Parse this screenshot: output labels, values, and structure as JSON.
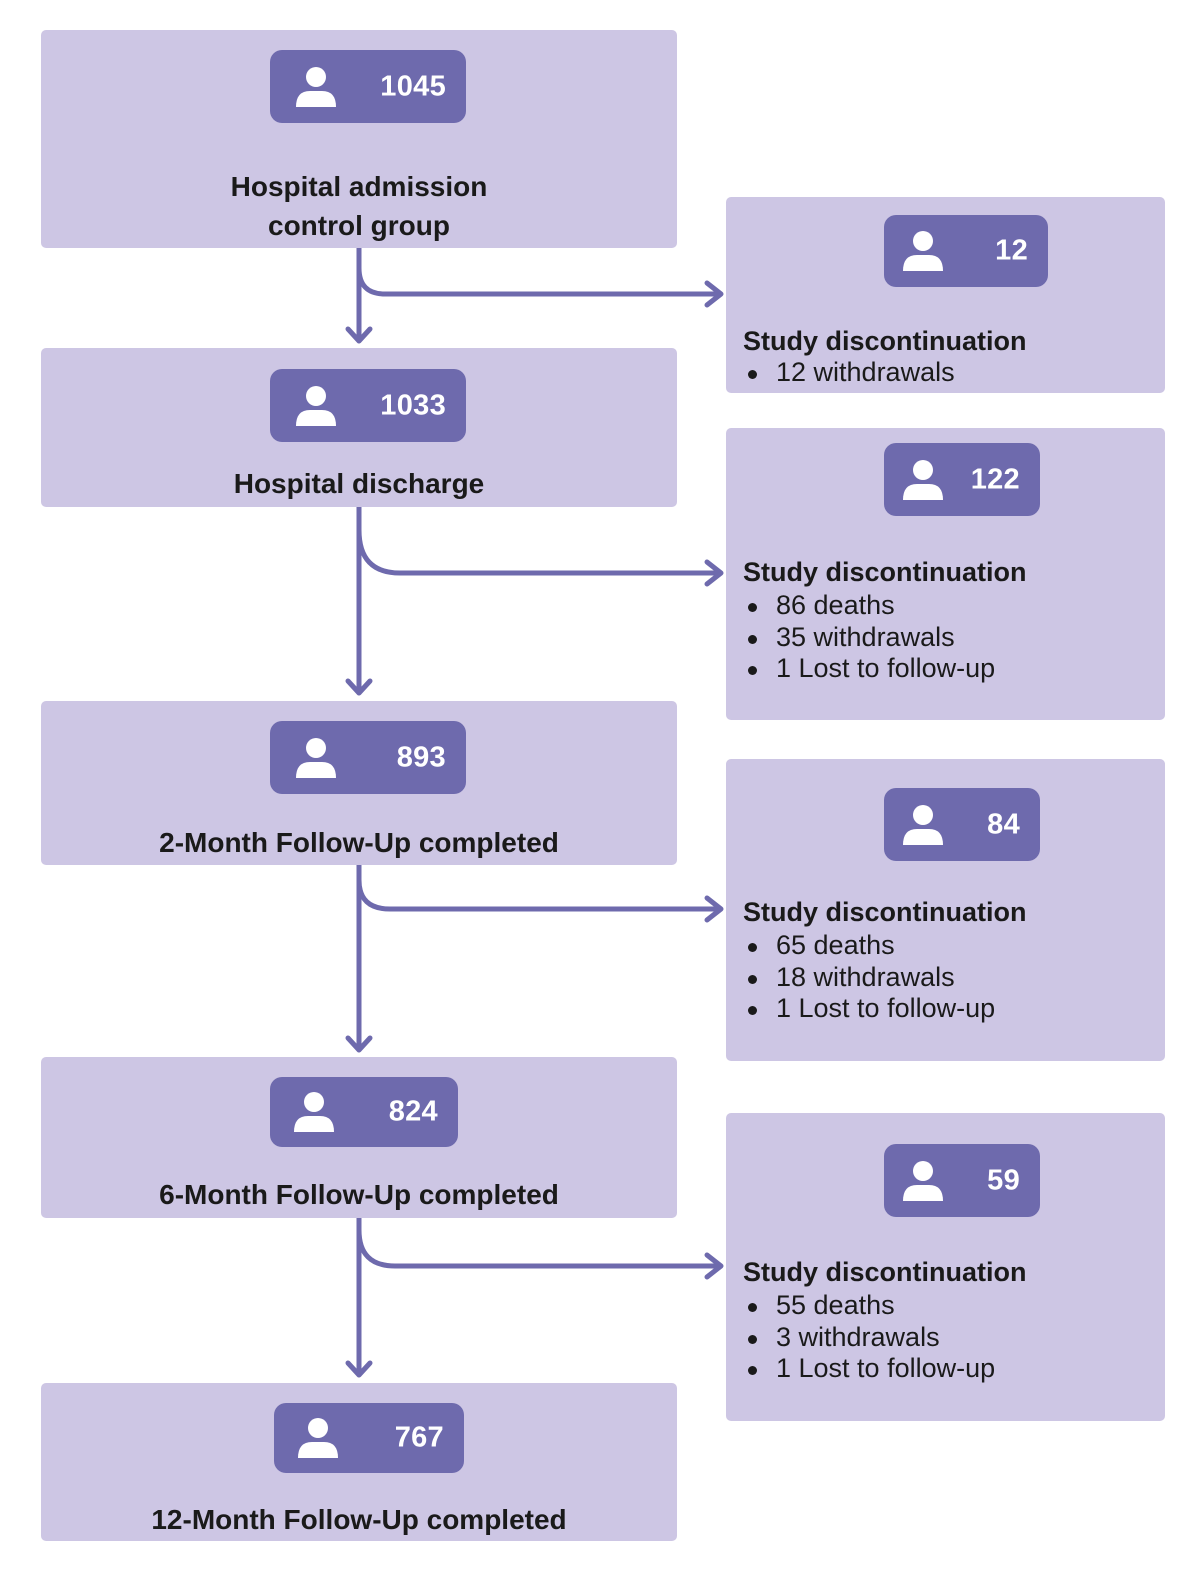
{
  "colors": {
    "box_fill": "#cdc6e4",
    "pill_fill": "#6e6aad",
    "connector": "#6e6aad",
    "text": "#1a1a1a"
  },
  "icon": "person-icon",
  "stages": [
    {
      "count": "1045",
      "label_line1": "Hospital admission",
      "label_line2": "control group"
    },
    {
      "count": "1033",
      "label_line1": "Hospital discharge"
    },
    {
      "count": "893",
      "label_line1": "2-Month Follow-Up completed"
    },
    {
      "count": "824",
      "label_line1": "6-Month Follow-Up completed"
    },
    {
      "count": "767",
      "label_line1": "12-Month Follow-Up completed"
    }
  ],
  "exits": [
    {
      "count": "12",
      "title": "Study discontinuation",
      "items": [
        "12 withdrawals"
      ]
    },
    {
      "count": "122",
      "title": "Study discontinuation",
      "items": [
        "86 deaths",
        "35 withdrawals",
        "1 Lost to follow-up"
      ]
    },
    {
      "count": "84",
      "title": "Study discontinuation",
      "items": [
        "65 deaths",
        "18 withdrawals",
        "1 Lost to follow-up"
      ]
    },
    {
      "count": "59",
      "title": "Study discontinuation",
      "items": [
        "55 deaths",
        "3 withdrawals",
        "1 Lost to follow-up"
      ]
    }
  ]
}
